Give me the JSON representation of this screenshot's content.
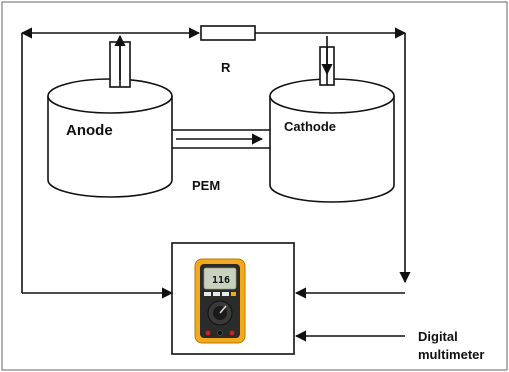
{
  "labels": {
    "anode": "Anode",
    "cathode": "Cathode",
    "resistor": "R",
    "membrane": "PEM",
    "multimeter_line1": "Digital",
    "multimeter_line2": "multimeter",
    "display_reading": "116"
  },
  "colors": {
    "line": "#111111",
    "frame": "#666666",
    "meter_body": "#f2a91c",
    "meter_face": "#2b2b2b",
    "meter_screen": "#c9d2bf"
  },
  "icons": [
    "digital-multimeter-icon"
  ]
}
